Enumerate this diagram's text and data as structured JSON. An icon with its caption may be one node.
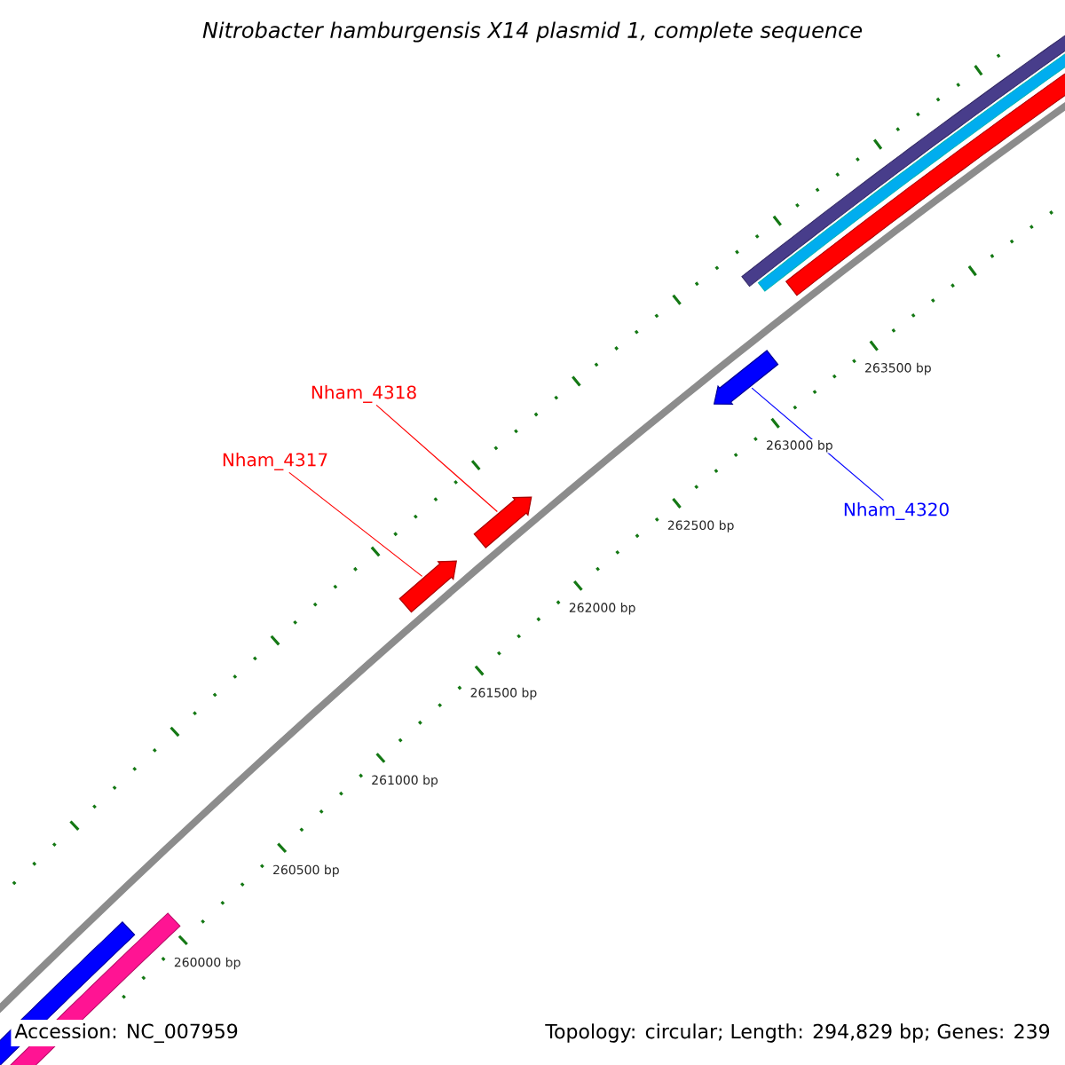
{
  "diagram": {
    "title": "Nitrobacter hamburgensis X14 plasmid 1, complete sequence",
    "nodes": [
      {
        "text": [
          "Nham_4317"
        ]
      },
      {
        "text": [
          "Nham_4318"
        ]
      },
      {
        "text": [
          "Nham_4320"
        ]
      },
      {
        "text": [],
        "shape": "arrow"
      },
      {
        "text": [],
        "shape": "arrow"
      },
      {
        "text": [],
        "shape": "arrow"
      }
    ],
    "edges": [
      {
        "from": 0,
        "to": 3,
        "arrow": "none"
      },
      {
        "from": 1,
        "to": 4,
        "arrow": "none"
      },
      {
        "from": 2,
        "to": 5,
        "arrow": "none",
        "color": "#0000ff"
      }
    ],
    "labels": [
      "263500 bp",
      "263000 bp",
      "262500 bp",
      "262000 bp",
      "261500 bp",
      "261000 bp",
      "260500 bp",
      "260000 bp",
      "Accession: NC_007959",
      "Topology: circular; Length: 294,829 bp; Genes: 239"
    ]
  }
}
